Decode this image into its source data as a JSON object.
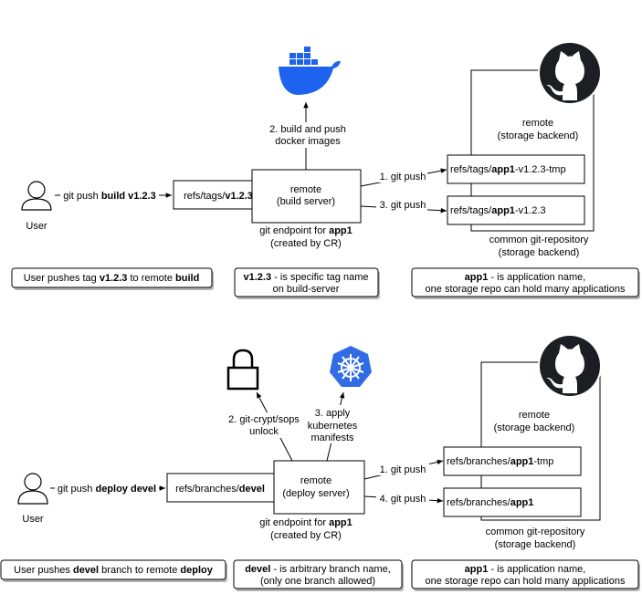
{
  "top": {
    "user_label": "User",
    "push_cmd": [
      "git push ",
      "build v1.2.3"
    ],
    "tag_ref": [
      "refs/tags/",
      "v1.2.3"
    ],
    "server_lines": [
      "remote",
      "(build server)"
    ],
    "endpoint": [
      "git endpoint for ",
      "app1"
    ],
    "endpoint_sub": "(created by CR)",
    "build_push_lines": [
      "2. build and push",
      "docker images"
    ],
    "push1": "1. git push",
    "push3": "3. git push",
    "target1": [
      "refs/tags/",
      "app1",
      "-v1.2.3-tmp"
    ],
    "target2": [
      "refs/tags/",
      "app1",
      "-v1.2.3"
    ],
    "remote_lines": [
      "remote",
      "(storage backend)"
    ],
    "common_lines": [
      "common git-repository",
      "(storage backend)"
    ],
    "note1": [
      "User pushes tag ",
      "v1.2.3",
      " to remote ",
      "build"
    ],
    "note2_line1": [
      "v1.2.3",
      " - is specific tag name"
    ],
    "note2_line2": "on build-server",
    "note3_line1": [
      "app1",
      " - is application name,"
    ],
    "note3_line2": "one storage repo can hold many applications"
  },
  "bottom": {
    "user_label": "User",
    "push_cmd": [
      "git push ",
      "deploy devel"
    ],
    "branch_ref": [
      "refs/branches/",
      "devel"
    ],
    "server_lines": [
      "remote",
      "(deploy server)"
    ],
    "endpoint": [
      "git endpoint for ",
      "app1"
    ],
    "endpoint_sub": "(created by CR)",
    "unlock_lines": [
      "2. git-crypt/sops",
      "unlock"
    ],
    "apply_lines": [
      "3. apply",
      "kubernetes",
      "manifests"
    ],
    "push1": "1. git push",
    "push4": "4. git push",
    "target1": [
      "refs/branches/",
      "app1",
      "-tmp"
    ],
    "target2": [
      "refs/branches/",
      "app1"
    ],
    "remote_lines": [
      "remote",
      "(storage backend)"
    ],
    "common_lines": [
      "common git-repository",
      "(storage backend)"
    ],
    "note1": [
      "User pushes ",
      "devel",
      " branch to remote ",
      "deploy"
    ],
    "note2_line1": [
      "devel",
      " - is arbitrary branch name,"
    ],
    "note2_line2": "(only one branch allowed)",
    "note3_line1": [
      "app1",
      " - is application name,"
    ],
    "note3_line2": "one storage repo can hold many applications"
  },
  "icons": {
    "user": "user-icon",
    "github": "github-icon",
    "docker": "docker-icon",
    "kubernetes": "kubernetes-icon",
    "lock": "lock-icon"
  }
}
